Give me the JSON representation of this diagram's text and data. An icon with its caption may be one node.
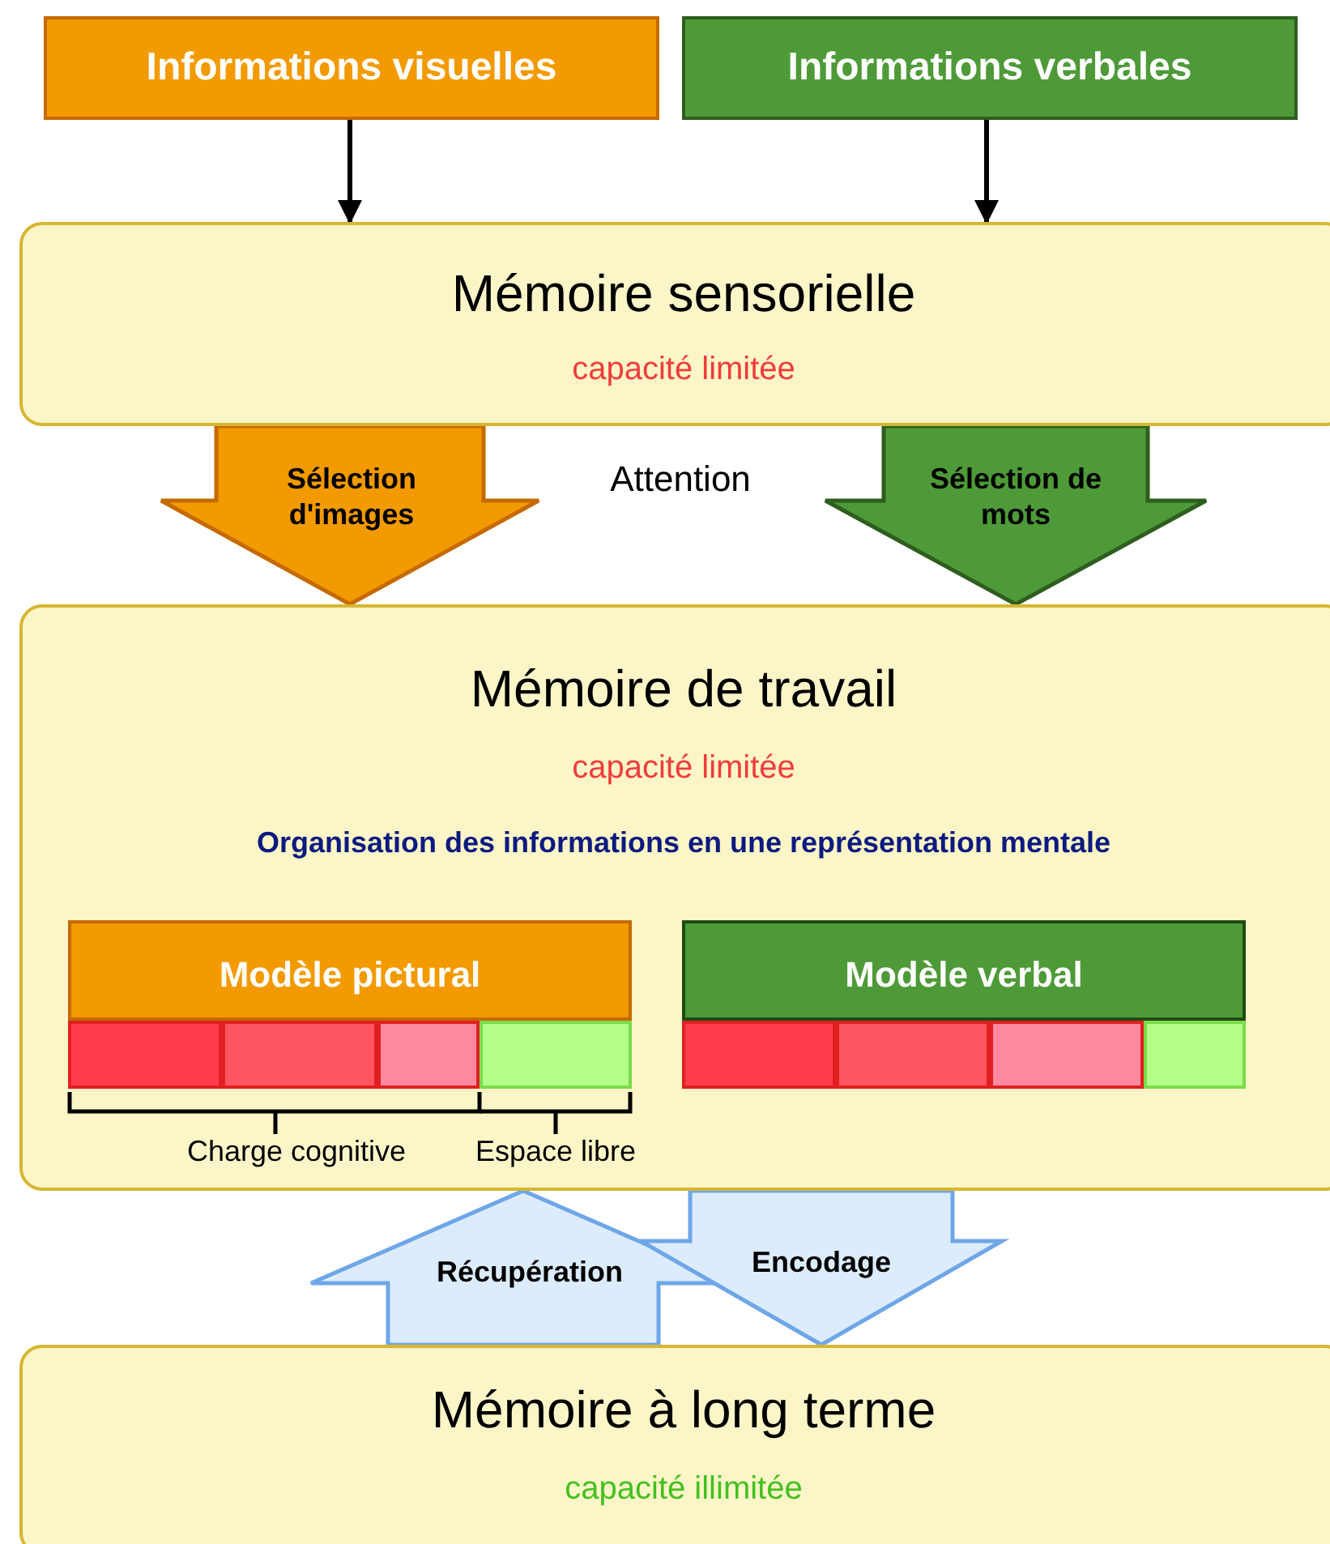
{
  "diagram": {
    "nodes": [
      {
        "text": [
          "Informations visuelles"
        ]
      },
      {
        "text": [
          "Informations verbales"
        ]
      },
      {
        "text": [
          "Mémoire sensorielle",
          "capacité limitée"
        ]
      },
      {
        "text": [
          "Mémoire de travail",
          "capacité limitée",
          "Organisation des informations en une représentation mentale"
        ]
      },
      {
        "text": [
          "Modèle pictural"
        ],
        "in": 3
      },
      {
        "text": [
          "Modèle verbal"
        ],
        "in": 3
      },
      {
        "text": [],
        "shape": "bar",
        "in": 3
      },
      {
        "text": [],
        "shape": "bar",
        "in": 3
      },
      {
        "text": [],
        "shape": "bar",
        "in": 3
      },
      {
        "text": [],
        "shape": "bar",
        "in": 3
      },
      {
        "text": [],
        "shape": "bar",
        "in": 3
      },
      {
        "text": [],
        "shape": "bar",
        "in": 3
      },
      {
        "text": [],
        "shape": "bar",
        "in": 3
      },
      {
        "text": [],
        "shape": "bar",
        "in": 3
      },
      {
        "text": [
          "Mémoire à long terme",
          "capacité illimitée"
        ]
      }
    ],
    "edges": [
      {
        "from": 0,
        "to": 2,
        "arrow": "to"
      },
      {
        "from": 1,
        "to": 2,
        "arrow": "to"
      },
      {
        "from": 2,
        "to": 3,
        "arrow": "to",
        "label": "Sélection d'images",
        "style": "thick",
        "color": "#f29a00"
      },
      {
        "from": 2,
        "to": 3,
        "arrow": "to",
        "label": "Sélection de mots",
        "style": "thick",
        "color": "#4e9a38"
      },
      {
        "from": 14,
        "to": 3,
        "arrow": "to",
        "label": "Récupération",
        "style": "thick",
        "color": "#dcecfc"
      },
      {
        "from": 3,
        "to": 14,
        "arrow": "to",
        "label": "Encodage",
        "style": "thick",
        "color": "#dcecfc"
      }
    ],
    "labels": [
      "Attention",
      "Charge cognitive",
      "Espace libre"
    ]
  }
}
